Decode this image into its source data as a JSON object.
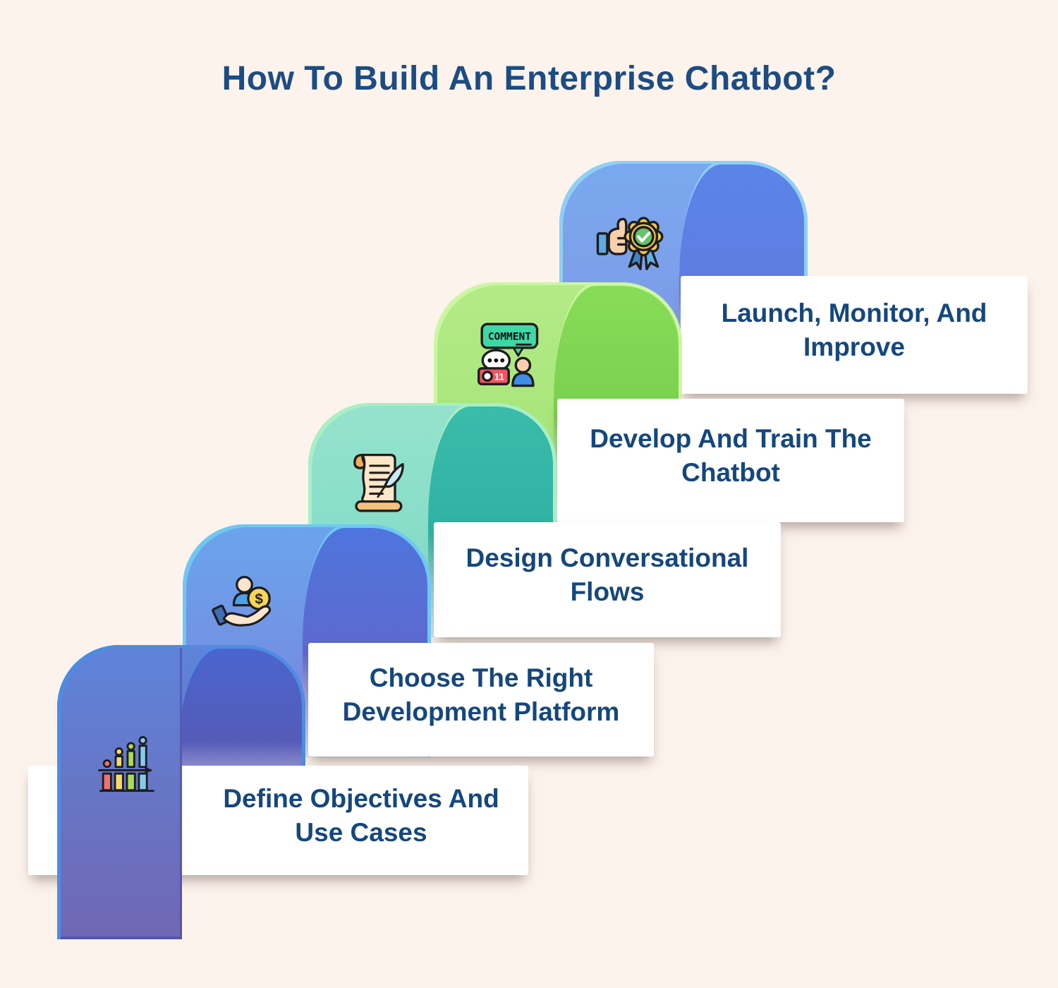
{
  "title": "How To Build An Enterprise Chatbot?",
  "background_color": "#fcf3ec",
  "title_color": "#1c4c82",
  "card_text_color": "#15477d",
  "card_background": "#ffffff",
  "steps": [
    {
      "order": 1,
      "label": "Define Objectives And Use Cases",
      "icon": "growth-chart-icon",
      "colors": {
        "front": [
          "#5d84da",
          "#6b6fbd",
          "#6f68b6"
        ],
        "interior": [
          "#4a65cf",
          "#555bb8",
          "#8f8cc6"
        ],
        "edge": "#4e8ce2"
      }
    },
    {
      "order": 2,
      "label": "Choose The Right Development Platform",
      "icon": "money-hand-icon",
      "icon_texts": [
        "$"
      ],
      "colors": {
        "front": [
          "#6aa5ec",
          "#7a82dc",
          "#7a82dc"
        ],
        "interior": [
          "#4e76de",
          "#5e68cd",
          "#9fa0d6"
        ],
        "edge": "#6fc8f3"
      }
    },
    {
      "order": 3,
      "label": "Design Conversational Flows",
      "icon": "scroll-quill-icon",
      "colors": {
        "front": [
          "#95e3cd",
          "#7dd8c5",
          "#7dd8c5"
        ],
        "interior": [
          "#3abcab",
          "#2fb2a3",
          "#8ccabf"
        ],
        "edge": "#a9efc4"
      }
    },
    {
      "order": 4,
      "label": "Develop And Train The Chatbot",
      "icon": "comment-feedback-icon",
      "icon_texts": [
        "COMMENT",
        "11"
      ],
      "colors": {
        "front": [
          "#b4eb87",
          "#a0e272",
          "#a0e272"
        ],
        "interior": [
          "#88dc58",
          "#79d14e",
          "#cfe4c4"
        ],
        "edge": "#cdf6a2"
      }
    },
    {
      "order": 5,
      "label": "Launch, Monitor, And Improve",
      "icon": "approval-badge-icon",
      "colors": {
        "front": [
          "#7aa9ef",
          "#7e96e6",
          "#8490e2"
        ],
        "interior": [
          "#5b84e9",
          "#5f7ce2",
          "#b7badf"
        ],
        "edge": "#8ed0f4"
      }
    }
  ]
}
